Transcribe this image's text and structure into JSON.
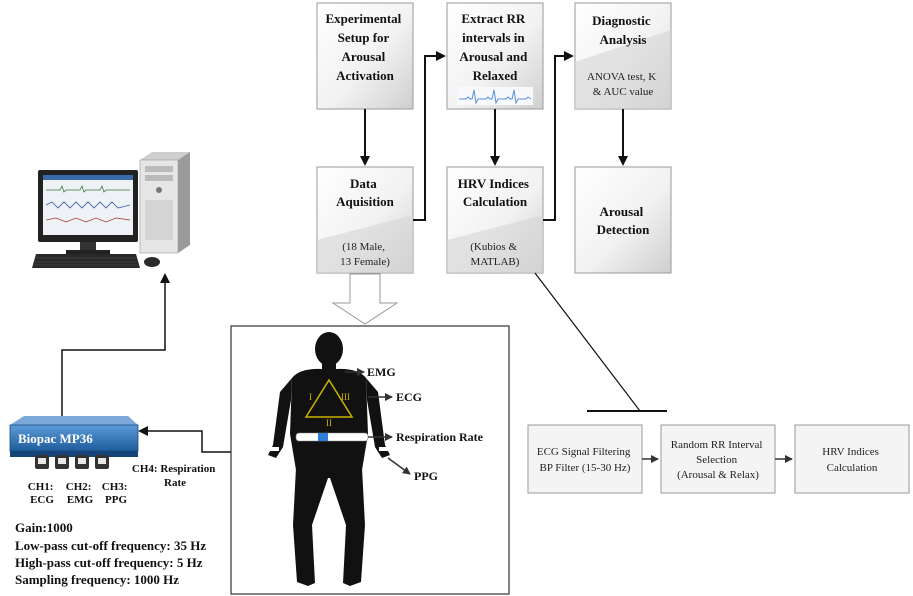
{
  "flow_boxes": {
    "experimental_setup": {
      "lines": [
        "Experimental",
        "Setup for",
        "Arousal",
        "Activation"
      ]
    },
    "extract_rr": {
      "lines": [
        "Extract RR",
        "intervals in",
        "Arousal and",
        "Relaxed"
      ]
    },
    "diagnostic": {
      "title": [
        "Diagnostic",
        "Analysis"
      ],
      "sub": [
        "ANOVA test, K",
        "& AUC value"
      ]
    },
    "data_acquisition": {
      "title": [
        "Data",
        "Aquisition"
      ],
      "sub": [
        "(18 Male,",
        "13 Female)"
      ]
    },
    "hrv_calc": {
      "title": [
        "HRV Indices",
        "Calculation"
      ],
      "sub": [
        "(Kubios &",
        "MATLAB)"
      ]
    },
    "arousal_detection": {
      "lines": [
        "Arousal",
        "Detection"
      ]
    }
  },
  "body_labels": {
    "emg": "EMG",
    "ecg": "ECG",
    "respiration": "Respiration Rate",
    "ppg": "PPG",
    "lead_1": "I",
    "lead_2": "II",
    "lead_3": "III"
  },
  "processing_steps": [
    {
      "lines": [
        "ECG Signal Filtering",
        "BP Filter (15-30 Hz)"
      ]
    },
    {
      "lines": [
        "Random RR Interval",
        "Selection",
        "(Arousal & Relax)"
      ]
    },
    {
      "lines": [
        "HRV Indices",
        "Calculation"
      ]
    }
  ],
  "device": {
    "name": "Biopac MP36",
    "channels": [
      {
        "lines": [
          "CH1:",
          "ECG"
        ]
      },
      {
        "lines": [
          "CH2:",
          "EMG"
        ]
      },
      {
        "lines": [
          "CH3:",
          "PPG"
        ]
      }
    ],
    "ch4": [
      "CH4: Respiration",
      "Rate"
    ]
  },
  "specs": [
    "Gain:1000",
    "Low-pass cut-off frequency: 35 Hz",
    "High-pass cut-off frequency: 5 Hz",
    "Sampling frequency: 1000 Hz"
  ],
  "colors": {
    "box_gradient_start": "#ffffff",
    "box_gradient_end": "#c8c8c8",
    "biopac_blue": "#2e6fb0",
    "body_fill": "#111111",
    "electrode": "#2e7cd6",
    "lead_triangle": "#c9b400"
  },
  "icons": [
    "computer-monitor-icon",
    "tower-pc-icon",
    "keyboard-icon",
    "mouse-icon",
    "ecg-waveform-icon",
    "human-body-icon"
  ]
}
